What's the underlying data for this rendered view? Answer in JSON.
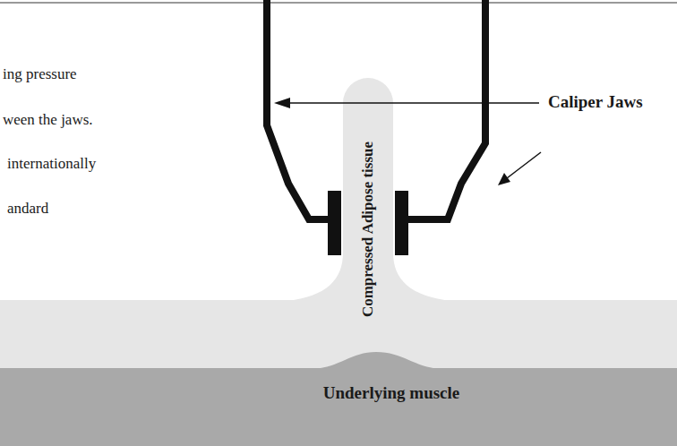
{
  "diagram": {
    "nodes": [
      {
        "text": [
          "Compressed Adipose tissue"
        ]
      },
      {
        "text": [
          "Underlying muscle"
        ]
      }
    ],
    "labels": [
      "ing pressure",
      "ween the jaws.",
      "internationally",
      "andard",
      "Caliper Jaws"
    ]
  }
}
